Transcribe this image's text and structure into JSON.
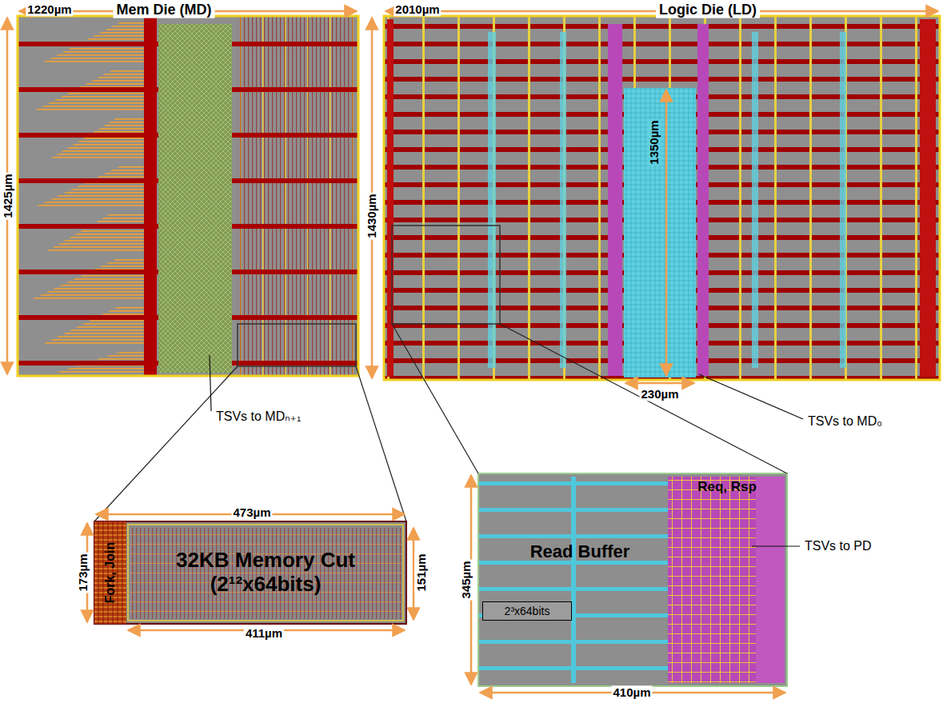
{
  "diagram": {
    "nodes": [
      {
        "text": [
          "Mem Die (MD)"
        ]
      },
      {
        "text": [
          "Logic Die (LD)"
        ]
      },
      {
        "text": [
          "Fork, Join"
        ]
      },
      {
        "text": [
          "32KB Memory Cut (2¹²x64bits)"
        ]
      },
      {
        "text": [
          "Read Buffer"
        ]
      },
      {
        "text": [
          "Req, Rsp"
        ],
        "in": 4
      },
      {
        "text": [
          "2³x64bits"
        ],
        "in": 4
      }
    ],
    "labels": [
      "1220µm",
      "1425µm",
      "TSVs to MDₙ₊₁",
      "2010µm",
      "1430µm",
      "1350µm",
      "230µm",
      "TSVs to MD₀",
      "473µm",
      "173µm",
      "151µm",
      "411µm",
      "345µm",
      "TSVs to PD",
      "410µm"
    ]
  }
}
